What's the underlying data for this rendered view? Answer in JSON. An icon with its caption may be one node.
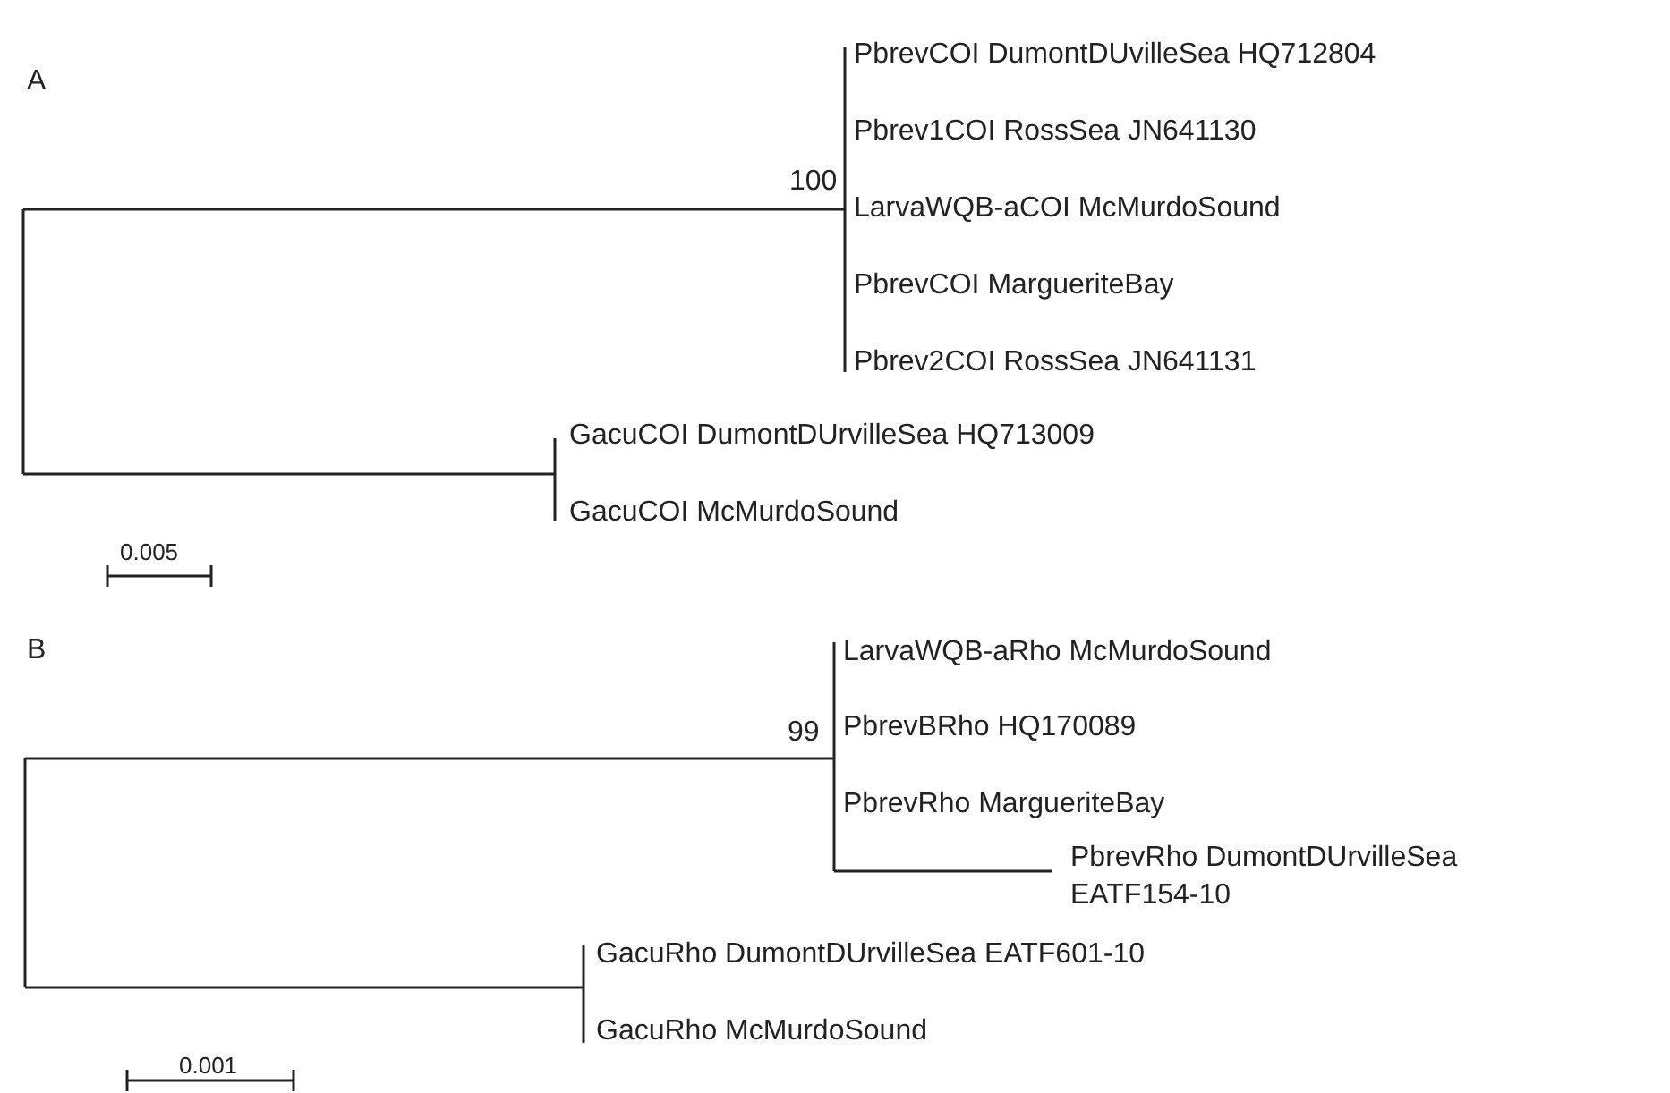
{
  "diagram": {
    "labels": [
      "A",
      "PbrevCOI DumontDUvilleSea HQ712804",
      "Pbrev1COI RossSea JN641130",
      "100",
      "LarvaWQB-aCOI McMurdoSound",
      "PbrevCOI MargueriteBay",
      "Pbrev2COI RossSea JN641131",
      "GacuCOI DumontDUrvilleSea HQ713009",
      "GacuCOI McMurdoSound",
      "0.005",
      "B",
      "LarvaWQB-aRho McMurdoSound",
      "99",
      "PbrevBRho HQ170089",
      "PbrevRho MargueriteBay",
      "PbrevRho DumontDUrvilleSea EATF154-10",
      "GacuRho DumontDUrvilleSea EATF601-10",
      "GacuRho McMurdoSound",
      "0.001"
    ]
  }
}
